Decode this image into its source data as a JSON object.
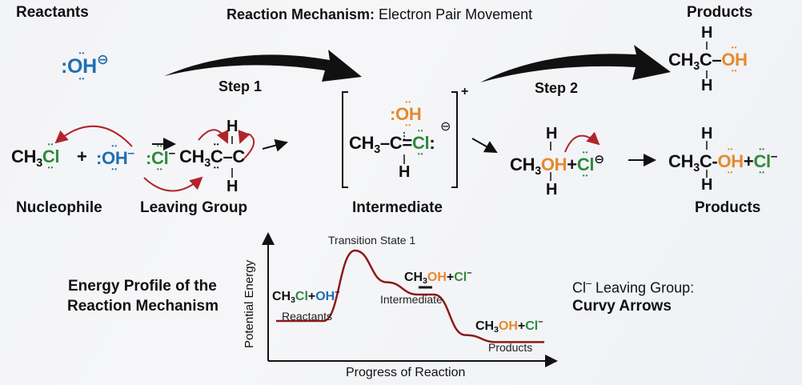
{
  "colors": {
    "green": "#2f8a3b",
    "blue": "#1f6fb2",
    "orange": "#e58a2c",
    "arrow_red": "#b0252a",
    "curve": "#8b1a1a"
  },
  "header": {
    "reactants": "Reactants",
    "title_bold": "Reaction Mechanism:",
    "title_rest": " Electron Pair Movement",
    "products": "Products"
  },
  "top": {
    "hydroxide": [
      {
        "t": ":",
        "c": "blue"
      },
      {
        "t": "OH",
        "c": "blue",
        "lp": true
      },
      {
        "t": "⊖",
        "c": "blue",
        "s": "sup"
      }
    ],
    "product_H_top": "H",
    "product_H_bottom": "H",
    "product": [
      {
        "t": "CH",
        "c": "black"
      },
      {
        "t": "3",
        "c": "black",
        "s": "sub"
      },
      {
        "t": "C–",
        "c": "black"
      },
      {
        "t": "OH",
        "c": "orange",
        "lp": true
      }
    ]
  },
  "step1": {
    "label": "Step 1",
    "ch3cl": [
      {
        "t": "CH",
        "c": "black"
      },
      {
        "t": "3",
        "c": "black",
        "s": "sub"
      },
      {
        "t": "Cl",
        "c": "green",
        "lp": true
      }
    ],
    "plus": "+",
    "oh": [
      {
        "t": ":",
        "c": "blue"
      },
      {
        "t": "OH",
        "c": "blue",
        "lp": true
      },
      {
        "t": "–",
        "c": "blue",
        "s": "sup"
      }
    ],
    "cl": [
      {
        "t": ":",
        "c": "green"
      },
      {
        "t": "Cl",
        "c": "green",
        "lp": true
      },
      {
        "t": "–",
        "c": "black",
        "s": "sup"
      }
    ],
    "carbon": [
      {
        "t": "CH",
        "c": "black"
      },
      {
        "t": "3",
        "c": "black",
        "s": "sub"
      },
      {
        "t": "C",
        "c": "black",
        "lp": true
      },
      {
        "t": "–C",
        "c": "black"
      }
    ],
    "H_top": "H",
    "H_bottom": "H",
    "nucleophile": "Nucleophile",
    "leaving_group": "Leaving Group"
  },
  "intermediate": {
    "oh": [
      {
        "t": ":",
        "c": "orange"
      },
      {
        "t": "OH",
        "c": "orange",
        "lp": true
      }
    ],
    "main": [
      {
        "t": "CH",
        "c": "black"
      },
      {
        "t": "3",
        "c": "black",
        "s": "sub"
      },
      {
        "t": "–C",
        "c": "black"
      },
      {
        "t": "=",
        "c": "black"
      },
      {
        "t": "Cl",
        "c": "green",
        "lp": true
      },
      {
        "t": ":",
        "c": "black"
      }
    ],
    "charge_minus": "⊖",
    "charge_plus": "+",
    "H": "H",
    "label": "Intermediate"
  },
  "step2": {
    "label": "Step 2",
    "left": [
      {
        "t": "CH",
        "c": "black"
      },
      {
        "t": "3",
        "c": "black",
        "s": "sub"
      },
      {
        "t": "OH",
        "c": "orange"
      },
      {
        "t": " + ",
        "c": "black"
      },
      {
        "t": "Cl",
        "c": "green",
        "lp": true
      },
      {
        "t": "⊖",
        "c": "black",
        "s": "sup"
      }
    ],
    "left_H_top": "H",
    "left_H_bottom": "H",
    "right": [
      {
        "t": "CH",
        "c": "black"
      },
      {
        "t": "3",
        "c": "black",
        "s": "sub"
      },
      {
        "t": "C-",
        "c": "black"
      },
      {
        "t": "OH",
        "c": "orange",
        "lp": true
      },
      {
        "t": "+",
        "c": "black"
      },
      {
        "t": "Cl",
        "c": "green",
        "lp": true
      },
      {
        "t": "–",
        "c": "black",
        "s": "sup"
      }
    ],
    "right_H_top": "H",
    "right_H_bottom": "H",
    "products": "Products"
  },
  "energy": {
    "caption_line1": "Energy Profile of the",
    "caption_line2": "Reaction Mechanism",
    "side_line1_main": "Cl",
    "side_line1_sup": "–",
    "side_line1_rest": " Leaving Group:",
    "side_line2": "Curvy Arrows"
  },
  "chart_data": {
    "type": "line",
    "title": "",
    "xlabel": "Progress of Reaction",
    "ylabel": "Potential Energy",
    "points": {
      "x": [
        0,
        1.5,
        2.5,
        3.5,
        4.5,
        5.0,
        6.0,
        7.0,
        8.5
      ],
      "y": [
        2,
        2,
        6,
        4.2,
        3.5,
        3.5,
        1.2,
        0.8,
        0.8
      ]
    },
    "annotations": {
      "ts": "Transition State 1",
      "reactants_formula": [
        {
          "t": "CH",
          "c": "black"
        },
        {
          "t": "3",
          "c": "black",
          "s": "sub"
        },
        {
          "t": "Cl",
          "c": "green"
        },
        {
          "t": " + ",
          "c": "black"
        },
        {
          "t": "OH",
          "c": "blue"
        },
        {
          "t": "–",
          "c": "black",
          "s": "sup"
        }
      ],
      "reactants": "Reactants",
      "intermediate_formula": [
        {
          "t": "CH",
          "c": "black"
        },
        {
          "t": "3",
          "c": "black",
          "s": "sub"
        },
        {
          "t": "OH",
          "c": "orange"
        },
        {
          "t": "+",
          "c": "black"
        },
        {
          "t": "Cl",
          "c": "green"
        },
        {
          "t": "–",
          "c": "black",
          "s": "sup"
        }
      ],
      "intermediate": "Intermediate",
      "products_formula": [
        {
          "t": "CH",
          "c": "black"
        },
        {
          "t": "3",
          "c": "black",
          "s": "sub"
        },
        {
          "t": "OH",
          "c": "orange"
        },
        {
          "t": " + ",
          "c": "black"
        },
        {
          "t": "Cl",
          "c": "green"
        },
        {
          "t": "–",
          "c": "black",
          "s": "sup"
        }
      ],
      "products": "Products"
    }
  }
}
